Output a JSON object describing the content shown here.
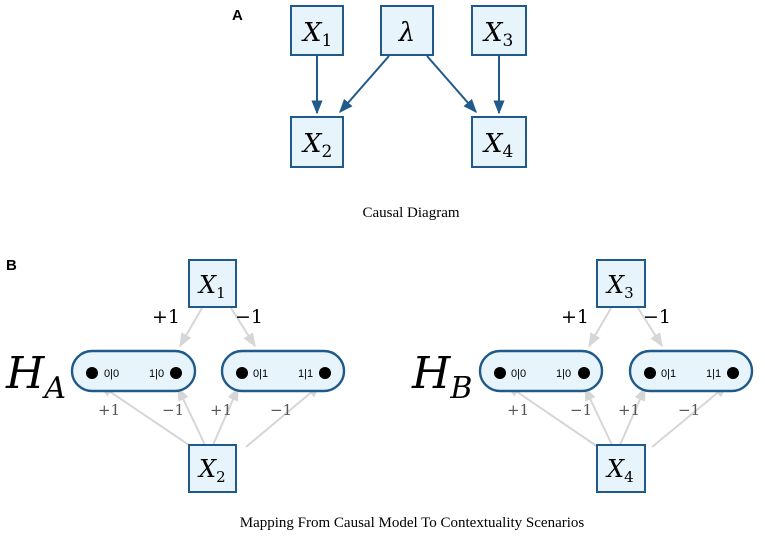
{
  "panel_a": {
    "letter": "A",
    "nodes": {
      "x1": {
        "base": "X",
        "sub": "1"
      },
      "lambda": {
        "base": "λ"
      },
      "x3": {
        "base": "X",
        "sub": "3"
      },
      "x2": {
        "base": "X",
        "sub": "2"
      },
      "x4": {
        "base": "X",
        "sub": "4"
      }
    },
    "caption": "Causal Diagram"
  },
  "panel_b": {
    "letter": "B",
    "left": {
      "label": {
        "base": "H",
        "sub": "A"
      },
      "top_node": {
        "base": "X",
        "sub": "1"
      },
      "bottom_node": {
        "base": "X",
        "sub": "2"
      },
      "top_plus": "+1",
      "top_minus": "−1",
      "bottom_labels": [
        "+1",
        "−1",
        "+1",
        "−1"
      ],
      "states": [
        "0|0",
        "1|0",
        "0|1",
        "1|1"
      ]
    },
    "right": {
      "label": {
        "base": "H",
        "sub": "B"
      },
      "top_node": {
        "base": "X",
        "sub": "3"
      },
      "bottom_node": {
        "base": "X",
        "sub": "4"
      },
      "top_plus": "+1",
      "top_minus": "−1",
      "bottom_labels": [
        "+1",
        "−1",
        "+1",
        "−1"
      ],
      "states": [
        "0|0",
        "1|0",
        "0|1",
        "1|1"
      ]
    },
    "caption": "Mapping From Causal Model To Contextuality Scenarios"
  },
  "colors": {
    "node_fill": "#e7f4fb",
    "node_stroke": "#1f5a8a",
    "arrow_dark": "#1f5a8a",
    "arrow_light": "#d6d6d6"
  }
}
